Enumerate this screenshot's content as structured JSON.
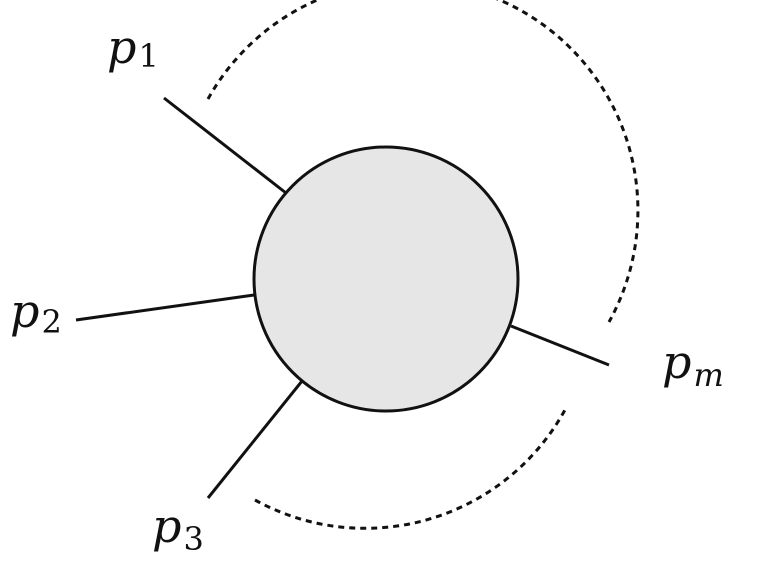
{
  "diagram": {
    "blob": {
      "fill": "#e6e6e6",
      "stroke": "#111111"
    },
    "arc_style": "dashed",
    "legs": [
      {
        "id": "p1",
        "label": "p",
        "subscript": "1"
      },
      {
        "id": "p2",
        "label": "p",
        "subscript": "2"
      },
      {
        "id": "p3",
        "label": "p",
        "subscript": "3"
      },
      {
        "id": "pm",
        "label": "p",
        "subscript": "m"
      }
    ]
  }
}
